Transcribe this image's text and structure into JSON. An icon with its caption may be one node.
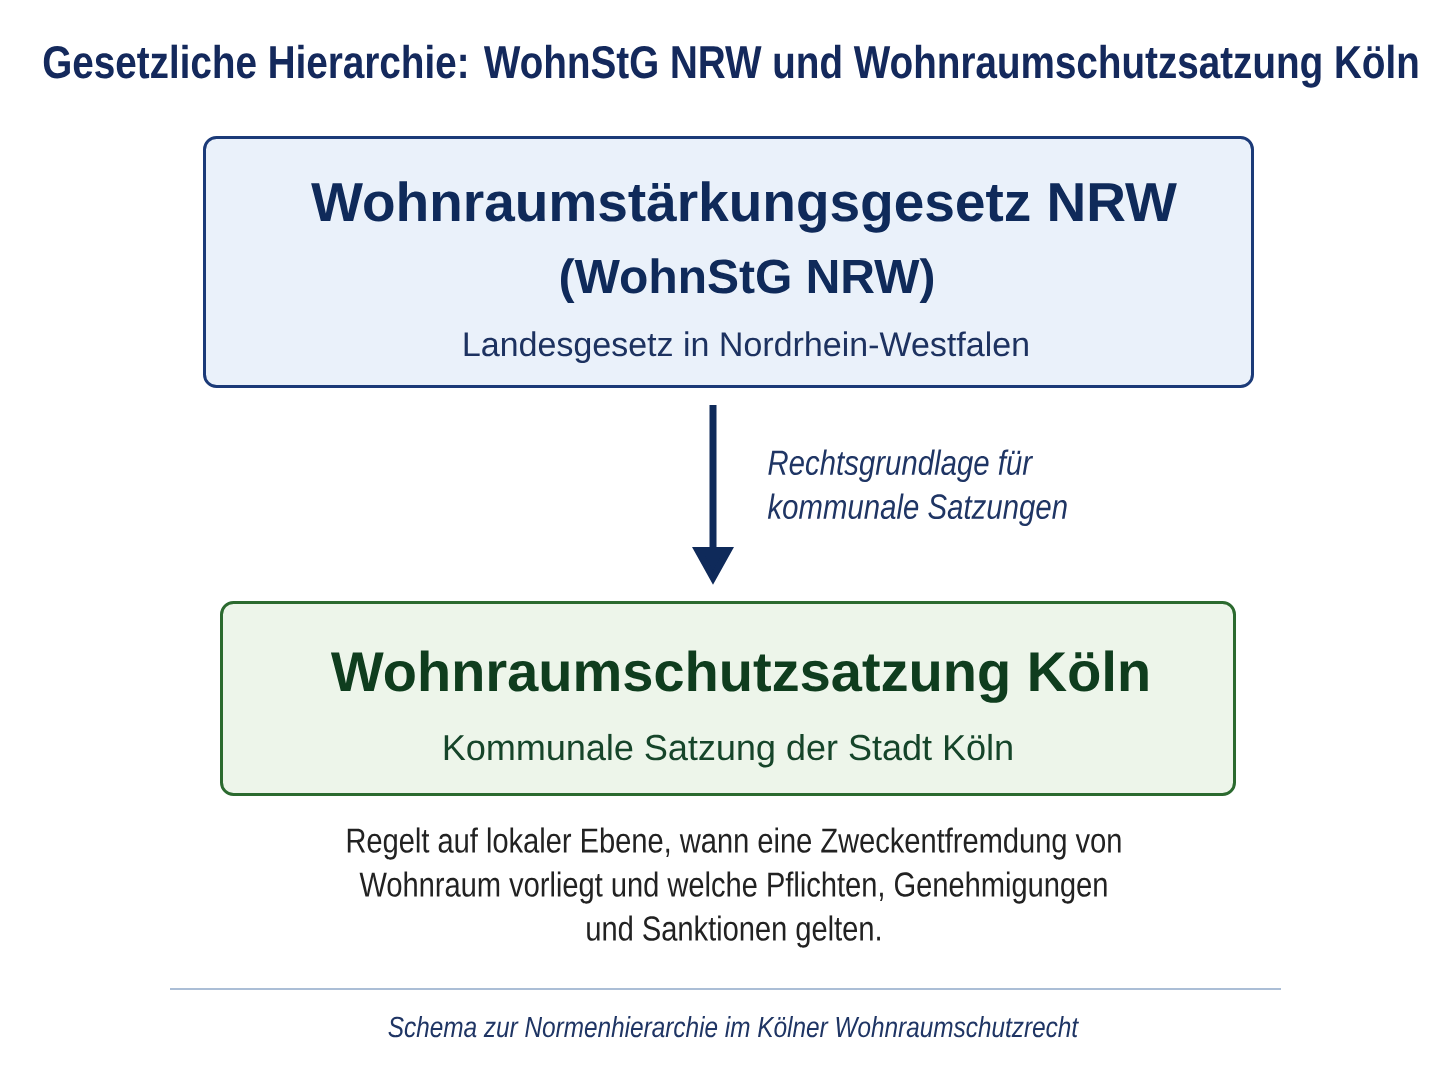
{
  "diagram": {
    "title": "Gesetzliche Hierarchie: WohnStG NRW und Wohnraumschutzsatzung Köln",
    "caption": "Schema zur Normenhierarchie im Kölner Wohnraumschutzrecht",
    "nodes": [
      {
        "text": [
          "Wohnraumstärkungsgesetz NRW",
          "(WohnStG NRW)",
          "Landesgesetz in Nordrhein-Westfalen"
        ]
      },
      {
        "text": [
          "Wohnraumschutzsatzung Köln",
          "Kommunale Satzung der Stadt Köln"
        ],
        "beside": [
          "Regelt auf lokaler Ebene, wann eine Zweckentfremdung von Wohnraum vorliegt und welche Pflichten, Genehmigungen und Sanktionen gelten."
        ]
      }
    ],
    "edges": [
      {
        "from": 0,
        "to": 1,
        "arrow": "to",
        "label": "Rechtsgrundlage für kommunale Satzungen"
      }
    ]
  }
}
